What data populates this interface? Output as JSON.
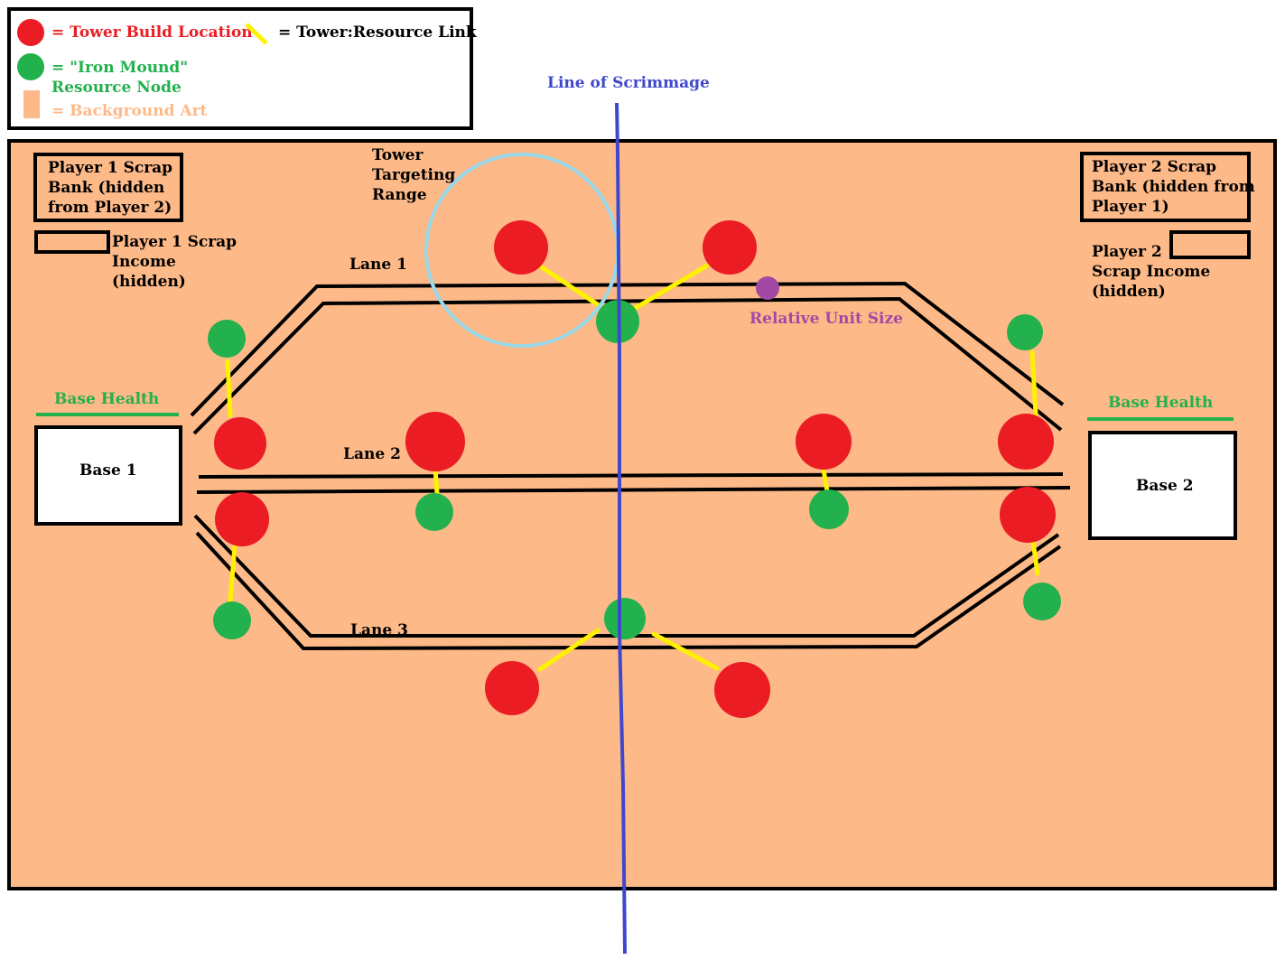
{
  "legend": {
    "tower_label": "= Tower Build Location",
    "link_label": "= Tower:Resource Link",
    "resource_label_1": "= \"Iron Mound\"",
    "resource_label_2": "Resource Node",
    "background_label": "= Background Art"
  },
  "scrimmage_label": "Line of Scrimmage",
  "player1": {
    "bank_lines": [
      "Player 1 Scrap",
      "Bank (hidden",
      "from Player 2)"
    ],
    "income_lines": [
      "Player 1 Scrap",
      "Income",
      "(hidden)"
    ],
    "health_label": "Base Health",
    "base_label": "Base 1"
  },
  "player2": {
    "bank_lines": [
      "Player 2 Scrap",
      "Bank (hidden from",
      "Player 1)"
    ],
    "income_lines": [
      "Player 2",
      "Scrap Income",
      "(hidden)"
    ],
    "health_label": "Base Health",
    "base_label": "Base 2"
  },
  "range_lines": [
    "Tower",
    "Targeting",
    "Range"
  ],
  "unit_size_label": "Relative Unit Size",
  "lanes": [
    "Lane 1",
    "Lane 2",
    "Lane 3"
  ],
  "colors": {
    "tower": "#ec1c24",
    "resource": "#22b14c",
    "link": "#fff200",
    "background": "#fdb987",
    "scrimmage": "#3f48cc",
    "range": "#99d9ea",
    "unit": "#a349a4"
  }
}
